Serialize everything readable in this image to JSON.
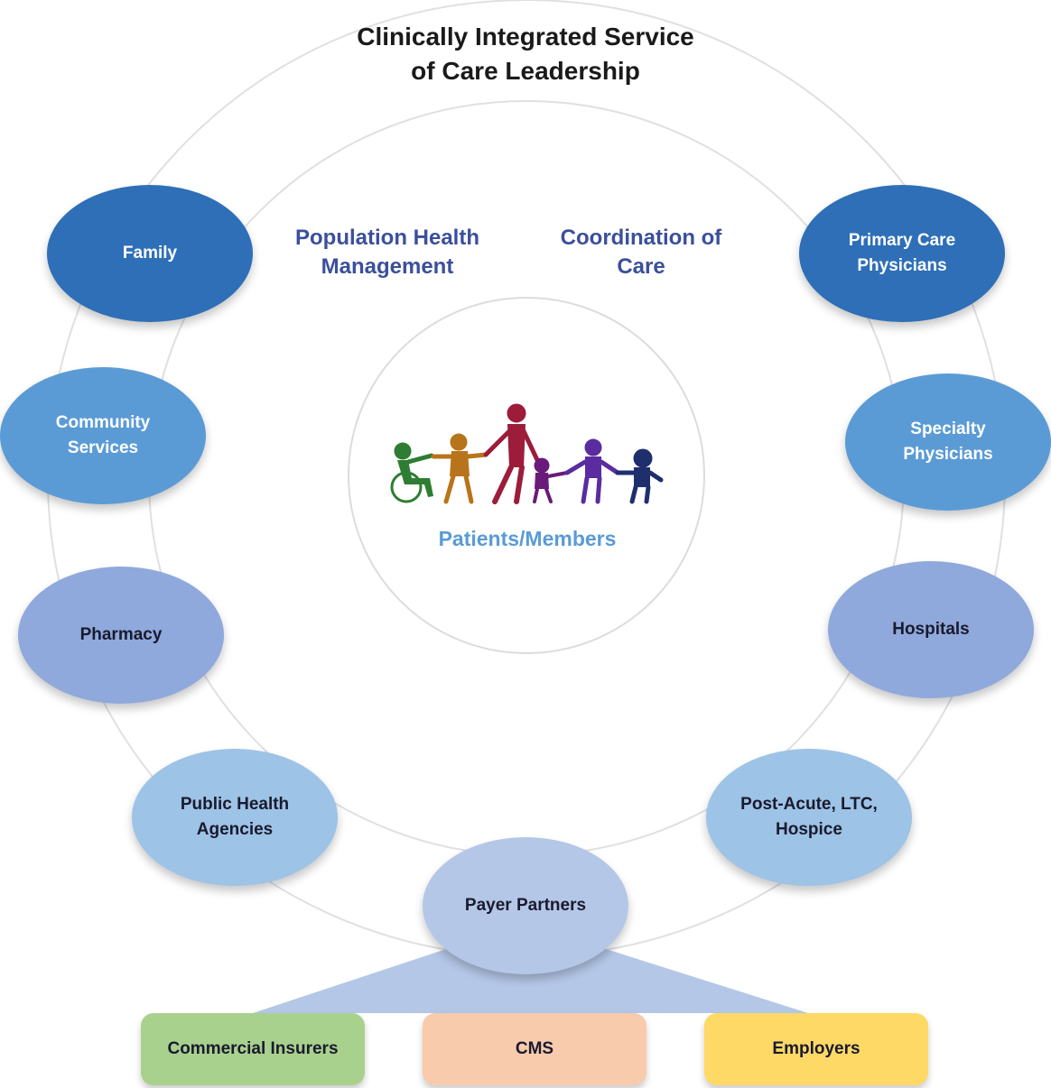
{
  "title_lines": [
    "Clinically Integrated Service",
    "of Care Leadership"
  ],
  "ring_labels": {
    "population": [
      "Population Health",
      "Management"
    ],
    "coordination": [
      "Coordination of",
      "Care"
    ]
  },
  "center_label": "Patients/Members",
  "nodes": {
    "family": [
      "Family"
    ],
    "community": [
      "Community",
      "Services"
    ],
    "pharmacy": [
      "Pharmacy"
    ],
    "public_health": [
      "Public Health",
      "Agencies"
    ],
    "primary_care": [
      "Primary Care",
      "Physicians"
    ],
    "specialty": [
      "Specialty",
      "Physicians"
    ],
    "hospitals": [
      "Hospitals"
    ],
    "post_acute": [
      "Post-Acute, LTC,",
      "Hospice"
    ],
    "payer": [
      "Payer Partners"
    ]
  },
  "payer_boxes": [
    "Commercial Insurers",
    "CMS",
    "Employers"
  ],
  "colors": {
    "dark_blue": "#2e6fb7",
    "mid_blue": "#5b9bd5",
    "lavender": "#8fa9dc",
    "light_blue": "#9dc3e6",
    "payer_blue": "#b4c7e7",
    "green": "#a9d18e",
    "salmon": "#f8cbad",
    "yellow": "#ffd966",
    "ring_text": "#3b4f9b",
    "center_text": "#5a9bd5"
  },
  "icons": [
    "patients-group-icon"
  ]
}
